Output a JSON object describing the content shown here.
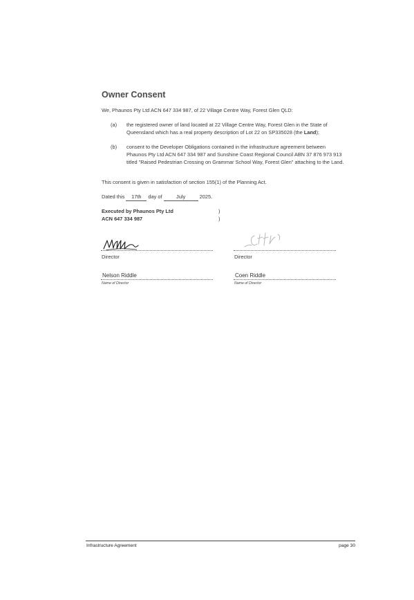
{
  "heading": "Owner Consent",
  "intro": "We, Phaunos Pty Ltd ACN 647 334 987, of 22 Village Centre Way, Forest Glen QLD:",
  "items": [
    {
      "label": "(a)",
      "text_before": "the registered owner of land located at 22 Village Centre Way, Forest Glen in the State of Queensland which has a real property description of Lot 22 on SP335028 (the ",
      "text_bold": "Land",
      "text_after": ");"
    },
    {
      "label": "(b)",
      "text": "consent to the Developer Obligations contained in the infrastructure agreement between Phaunos Pty Ltd ACN 647 334 987 and Sunshine Coast Regional Council ABN 37 876 973 913 titled \"Raised Pedestrian Crossing on Grammar School Way, Forest Glen\" attaching to the Land."
    }
  ],
  "consent_statement": "This consent is given in satisfaction of section 155(1) of the Planning Act.",
  "dated": {
    "prefix": "Dated this",
    "day": "17th",
    "middle": "day of",
    "month": "July",
    "year": "2025."
  },
  "execution": {
    "line1": "Executed by Phaunos Pty Ltd",
    "line2": "ACN 647 334 987",
    "bracket": ")"
  },
  "signatories": [
    {
      "role": "Director",
      "name": "Nelson Riddle",
      "name_caption": "Name of Director"
    },
    {
      "role": "Director",
      "name": "Coen Riddle",
      "name_caption": "Name of Director"
    }
  ],
  "footer": {
    "left": "Infrastructure Agreement",
    "right": "page 30"
  }
}
